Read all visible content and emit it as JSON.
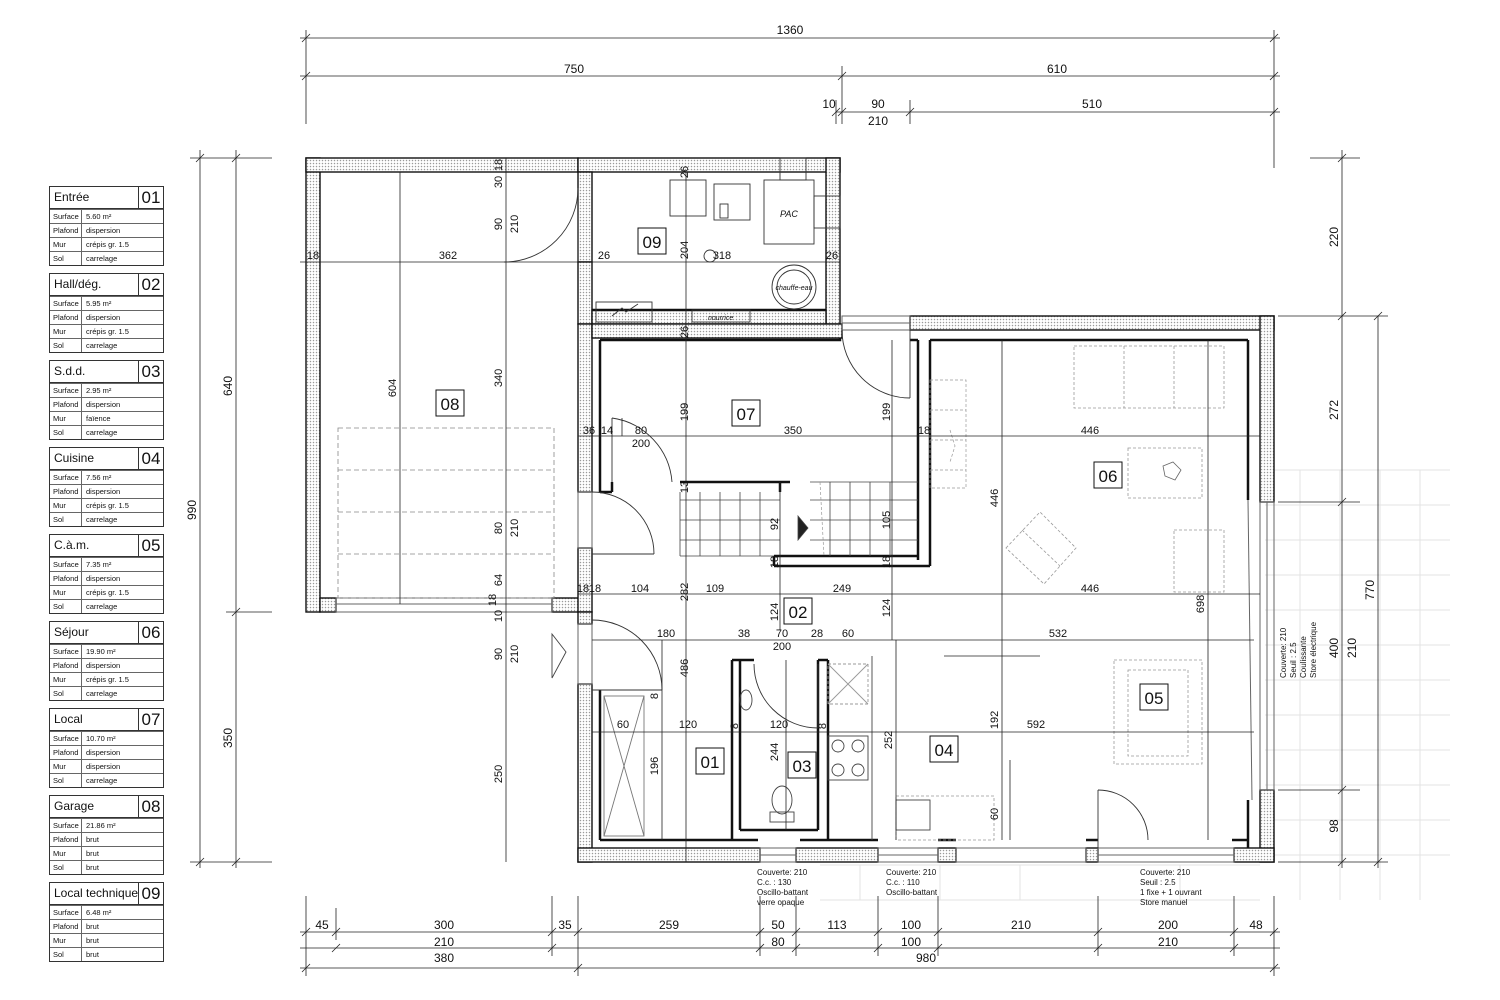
{
  "legend": {
    "rooms": [
      {
        "name": "Entrée",
        "number": "01",
        "rows": [
          {
            "key": "Surface",
            "value": "5.60 m²"
          },
          {
            "key": "Plafond",
            "value": "dispersion"
          },
          {
            "key": "Mur",
            "value": "crépis gr. 1.5"
          },
          {
            "key": "Sol",
            "value": "carrelage"
          }
        ]
      },
      {
        "name": "Hall/dég.",
        "number": "02",
        "rows": [
          {
            "key": "Surface",
            "value": "5.95 m²"
          },
          {
            "key": "Plafond",
            "value": "dispersion"
          },
          {
            "key": "Mur",
            "value": "crépis gr. 1.5"
          },
          {
            "key": "Sol",
            "value": "carrelage"
          }
        ]
      },
      {
        "name": "S.d.d.",
        "number": "03",
        "rows": [
          {
            "key": "Surface",
            "value": "2.95 m²"
          },
          {
            "key": "Plafond",
            "value": "dispersion"
          },
          {
            "key": "Mur",
            "value": "faïence"
          },
          {
            "key": "Sol",
            "value": "carrelage"
          }
        ]
      },
      {
        "name": "Cuisine",
        "number": "04",
        "rows": [
          {
            "key": "Surface",
            "value": "7.56 m²"
          },
          {
            "key": "Plafond",
            "value": "dispersion"
          },
          {
            "key": "Mur",
            "value": "crépis gr. 1.5"
          },
          {
            "key": "Sol",
            "value": "carrelage"
          }
        ]
      },
      {
        "name": "C.à.m.",
        "number": "05",
        "rows": [
          {
            "key": "Surface",
            "value": "7.35 m²"
          },
          {
            "key": "Plafond",
            "value": "dispersion"
          },
          {
            "key": "Mur",
            "value": "crépis gr. 1.5"
          },
          {
            "key": "Sol",
            "value": "carrelage"
          }
        ]
      },
      {
        "name": "Séjour",
        "number": "06",
        "rows": [
          {
            "key": "Surface",
            "value": "19.90 m²"
          },
          {
            "key": "Plafond",
            "value": "dispersion"
          },
          {
            "key": "Mur",
            "value": "crépis gr. 1.5"
          },
          {
            "key": "Sol",
            "value": "carrelage"
          }
        ]
      },
      {
        "name": "Local",
        "number": "07",
        "rows": [
          {
            "key": "Surface",
            "value": "10.70 m²"
          },
          {
            "key": "Plafond",
            "value": "dispersion"
          },
          {
            "key": "Mur",
            "value": "dispersion"
          },
          {
            "key": "Sol",
            "value": "carrelage"
          }
        ]
      },
      {
        "name": "Garage",
        "number": "08",
        "rows": [
          {
            "key": "Surface",
            "value": "21.86 m²"
          },
          {
            "key": "Plafond",
            "value": "brut"
          },
          {
            "key": "Mur",
            "value": "brut"
          },
          {
            "key": "Sol",
            "value": "brut"
          }
        ]
      },
      {
        "name": "Local technique",
        "number": "09",
        "rows": [
          {
            "key": "Surface",
            "value": "6.48 m²"
          },
          {
            "key": "Plafond",
            "value": "brut"
          },
          {
            "key": "Mur",
            "value": "brut"
          },
          {
            "key": "Sol",
            "value": "brut"
          }
        ]
      }
    ]
  },
  "plan": {
    "room_tags": [
      "01",
      "02",
      "03",
      "04",
      "05",
      "06",
      "07",
      "08",
      "09"
    ],
    "equipment": {
      "pac": "PAC",
      "chauffe_eau": "chauffe-eau",
      "nourrice": "nourrice"
    },
    "openings": {
      "wc_window": [
        "Couverte: 210",
        "C.c.     : 130",
        "Oscillo-battant",
        "verre opaque"
      ],
      "kitchen_window": [
        "Couverte: 210",
        "C.c.     : 110",
        "Oscillo-battant"
      ],
      "living_door": [
        "Couverte: 210",
        "Seuil    : 2.5",
        "1 fixe + 1 ouvrant",
        "Store  manuel"
      ],
      "east_door": [
        "Couverte: 210",
        "Seuil    : 2.5",
        "Coulissante",
        "Store électrique"
      ]
    },
    "dims_top": {
      "overall": "1360",
      "left": "750",
      "right": "610",
      "a": "10",
      "b": "90",
      "c": "510",
      "d": "210"
    },
    "dims_bottom_1": [
      "45",
      "300",
      "35",
      "259",
      "50",
      "113",
      "100",
      "210",
      "200",
      "48"
    ],
    "dims_bottom_2": [
      "210",
      "80",
      "100",
      "210"
    ],
    "dims_bottom_3": [
      "380",
      "980"
    ],
    "dims_left": {
      "overall": "990",
      "upper": "640",
      "lower": "350"
    },
    "dims_right": {
      "a": "220",
      "b": "272",
      "c": "400",
      "d": "210",
      "e": "98",
      "f": "770"
    },
    "dims_interior": {
      "d18a": "18",
      "d362": "362",
      "d26a": "26",
      "d318": "318",
      "d26b": "26",
      "d30": "30",
      "d18b": "18",
      "d90a": "90",
      "d210a": "210",
      "d26c": "26",
      "d204": "204",
      "d26d": "26",
      "d604": "604",
      "d340": "340",
      "d199a": "199",
      "d199b": "199",
      "d36": "36",
      "d14": "14",
      "d80a": "80",
      "d200a": "200",
      "d350": "350",
      "d18c": "18",
      "d446a": "446",
      "d13": "13",
      "d92": "92",
      "d105": "105",
      "d446v": "446",
      "d80b": "80",
      "d210b": "210",
      "d18d": "18",
      "d18e": "18",
      "d104": "104",
      "d282": "282",
      "d109": "109",
      "d18f": "18",
      "d249": "249",
      "d18g": "18",
      "d446b": "446",
      "d64": "64",
      "d18h": "18",
      "d10": "10",
      "d124a": "124",
      "d124b": "124",
      "d180": "180",
      "d38": "38",
      "d70": "70",
      "d28": "28",
      "d60a": "60",
      "d532": "532",
      "d200b": "200",
      "d90b": "90",
      "d210c": "210",
      "d486": "486",
      "d8a": "8",
      "d698": "698",
      "d60b": "60",
      "d120a": "120",
      "d8b": "8",
      "d120b": "120",
      "d8c": "8",
      "d592": "592",
      "d192": "192",
      "d252": "252",
      "d244": "244",
      "d196": "196",
      "d250": "250",
      "d60c": "60"
    }
  }
}
